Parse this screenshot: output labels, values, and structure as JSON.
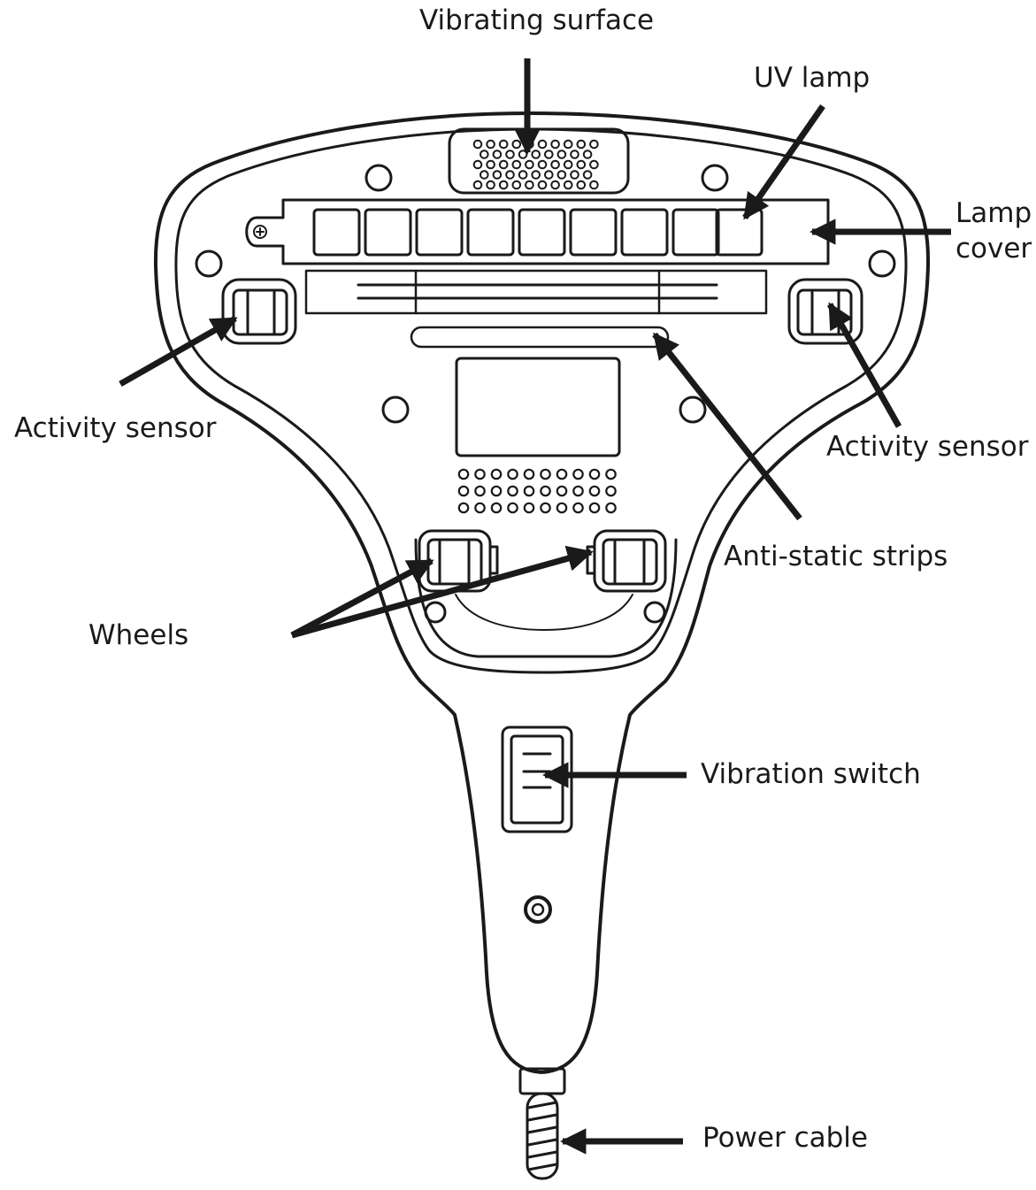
{
  "labels": {
    "vibrating_surface": "Vibrating surface",
    "uv_lamp": "UV lamp",
    "lamp_cover_line1": "Lamp",
    "lamp_cover_line2": "cover",
    "activity_sensor_left": "Activity sensor",
    "activity_sensor_right": "Activity sensor",
    "anti_static_strips": "Anti-static strips",
    "wheels": "Wheels",
    "vibration_switch": "Vibration switch",
    "power_cable": "Power cable"
  },
  "colors": {
    "line": "#1a1a1a",
    "background": "#ffffff"
  }
}
